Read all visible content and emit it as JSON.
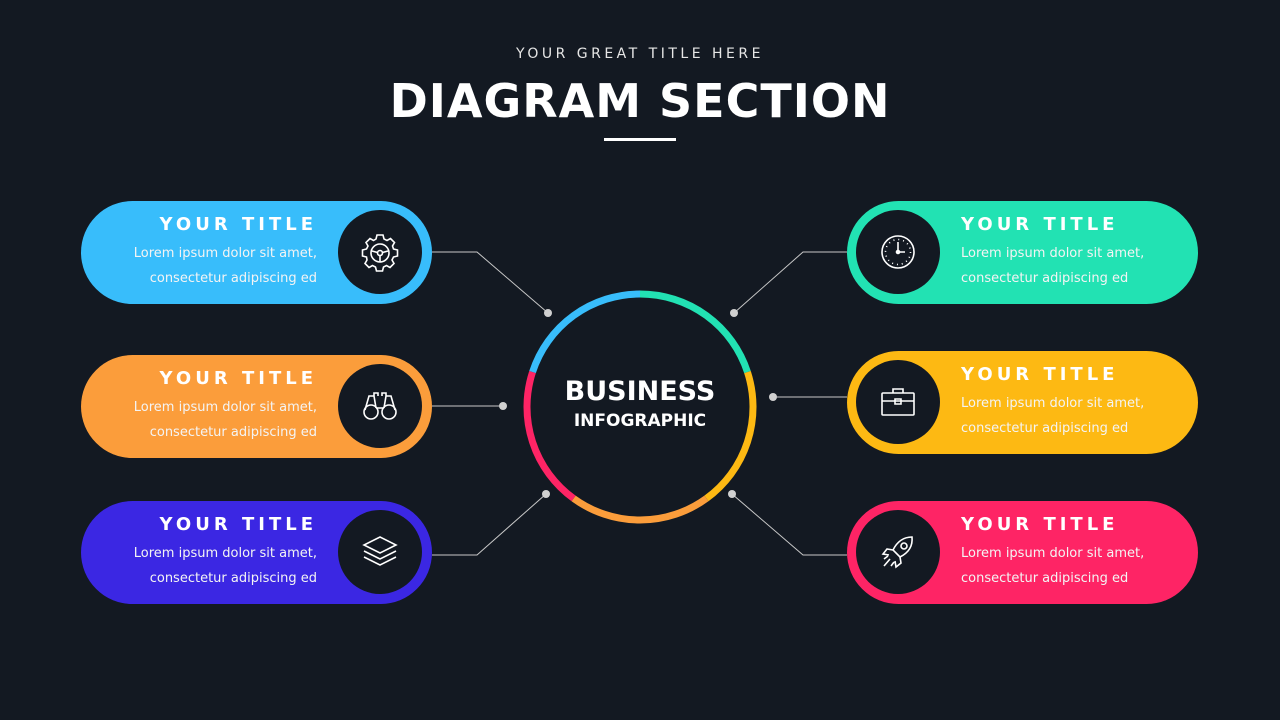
{
  "header": {
    "subtitle": "YOUR GREAT TITLE HERE",
    "title": "DIAGRAM SECTION"
  },
  "center": {
    "line1": "BUSINESS",
    "line2": "INFOGRAPHIC"
  },
  "colors": {
    "blue": "#38bdfb",
    "green": "#22e2b3",
    "orange": "#fb9d3b",
    "yellow": "#fdb913",
    "purple": "#3b27e3",
    "pink": "#fe2465",
    "bg": "#131922"
  },
  "items": [
    {
      "title": "YOUR TITLE",
      "line1": "Lorem ipsum dolor sit amet,",
      "line2": "consectetur adipiscing ed",
      "icon": "gear-steering-icon"
    },
    {
      "title": "YOUR TITLE",
      "line1": "Lorem ipsum dolor sit amet,",
      "line2": "consectetur adipiscing ed",
      "icon": "binoculars-icon"
    },
    {
      "title": "YOUR TITLE",
      "line1": "Lorem ipsum dolor sit amet,",
      "line2": "consectetur adipiscing ed",
      "icon": "layers-icon"
    },
    {
      "title": "YOUR TITLE",
      "line1": "Lorem ipsum dolor sit amet,",
      "line2": "consectetur adipiscing ed",
      "icon": "clock-icon"
    },
    {
      "title": "YOUR TITLE",
      "line1": "Lorem ipsum dolor sit amet,",
      "line2": "consectetur adipiscing ed",
      "icon": "briefcase-icon"
    },
    {
      "title": "YOUR TITLE",
      "line1": "Lorem ipsum dolor sit amet,",
      "line2": "consectetur adipiscing ed",
      "icon": "rocket-icon"
    }
  ]
}
